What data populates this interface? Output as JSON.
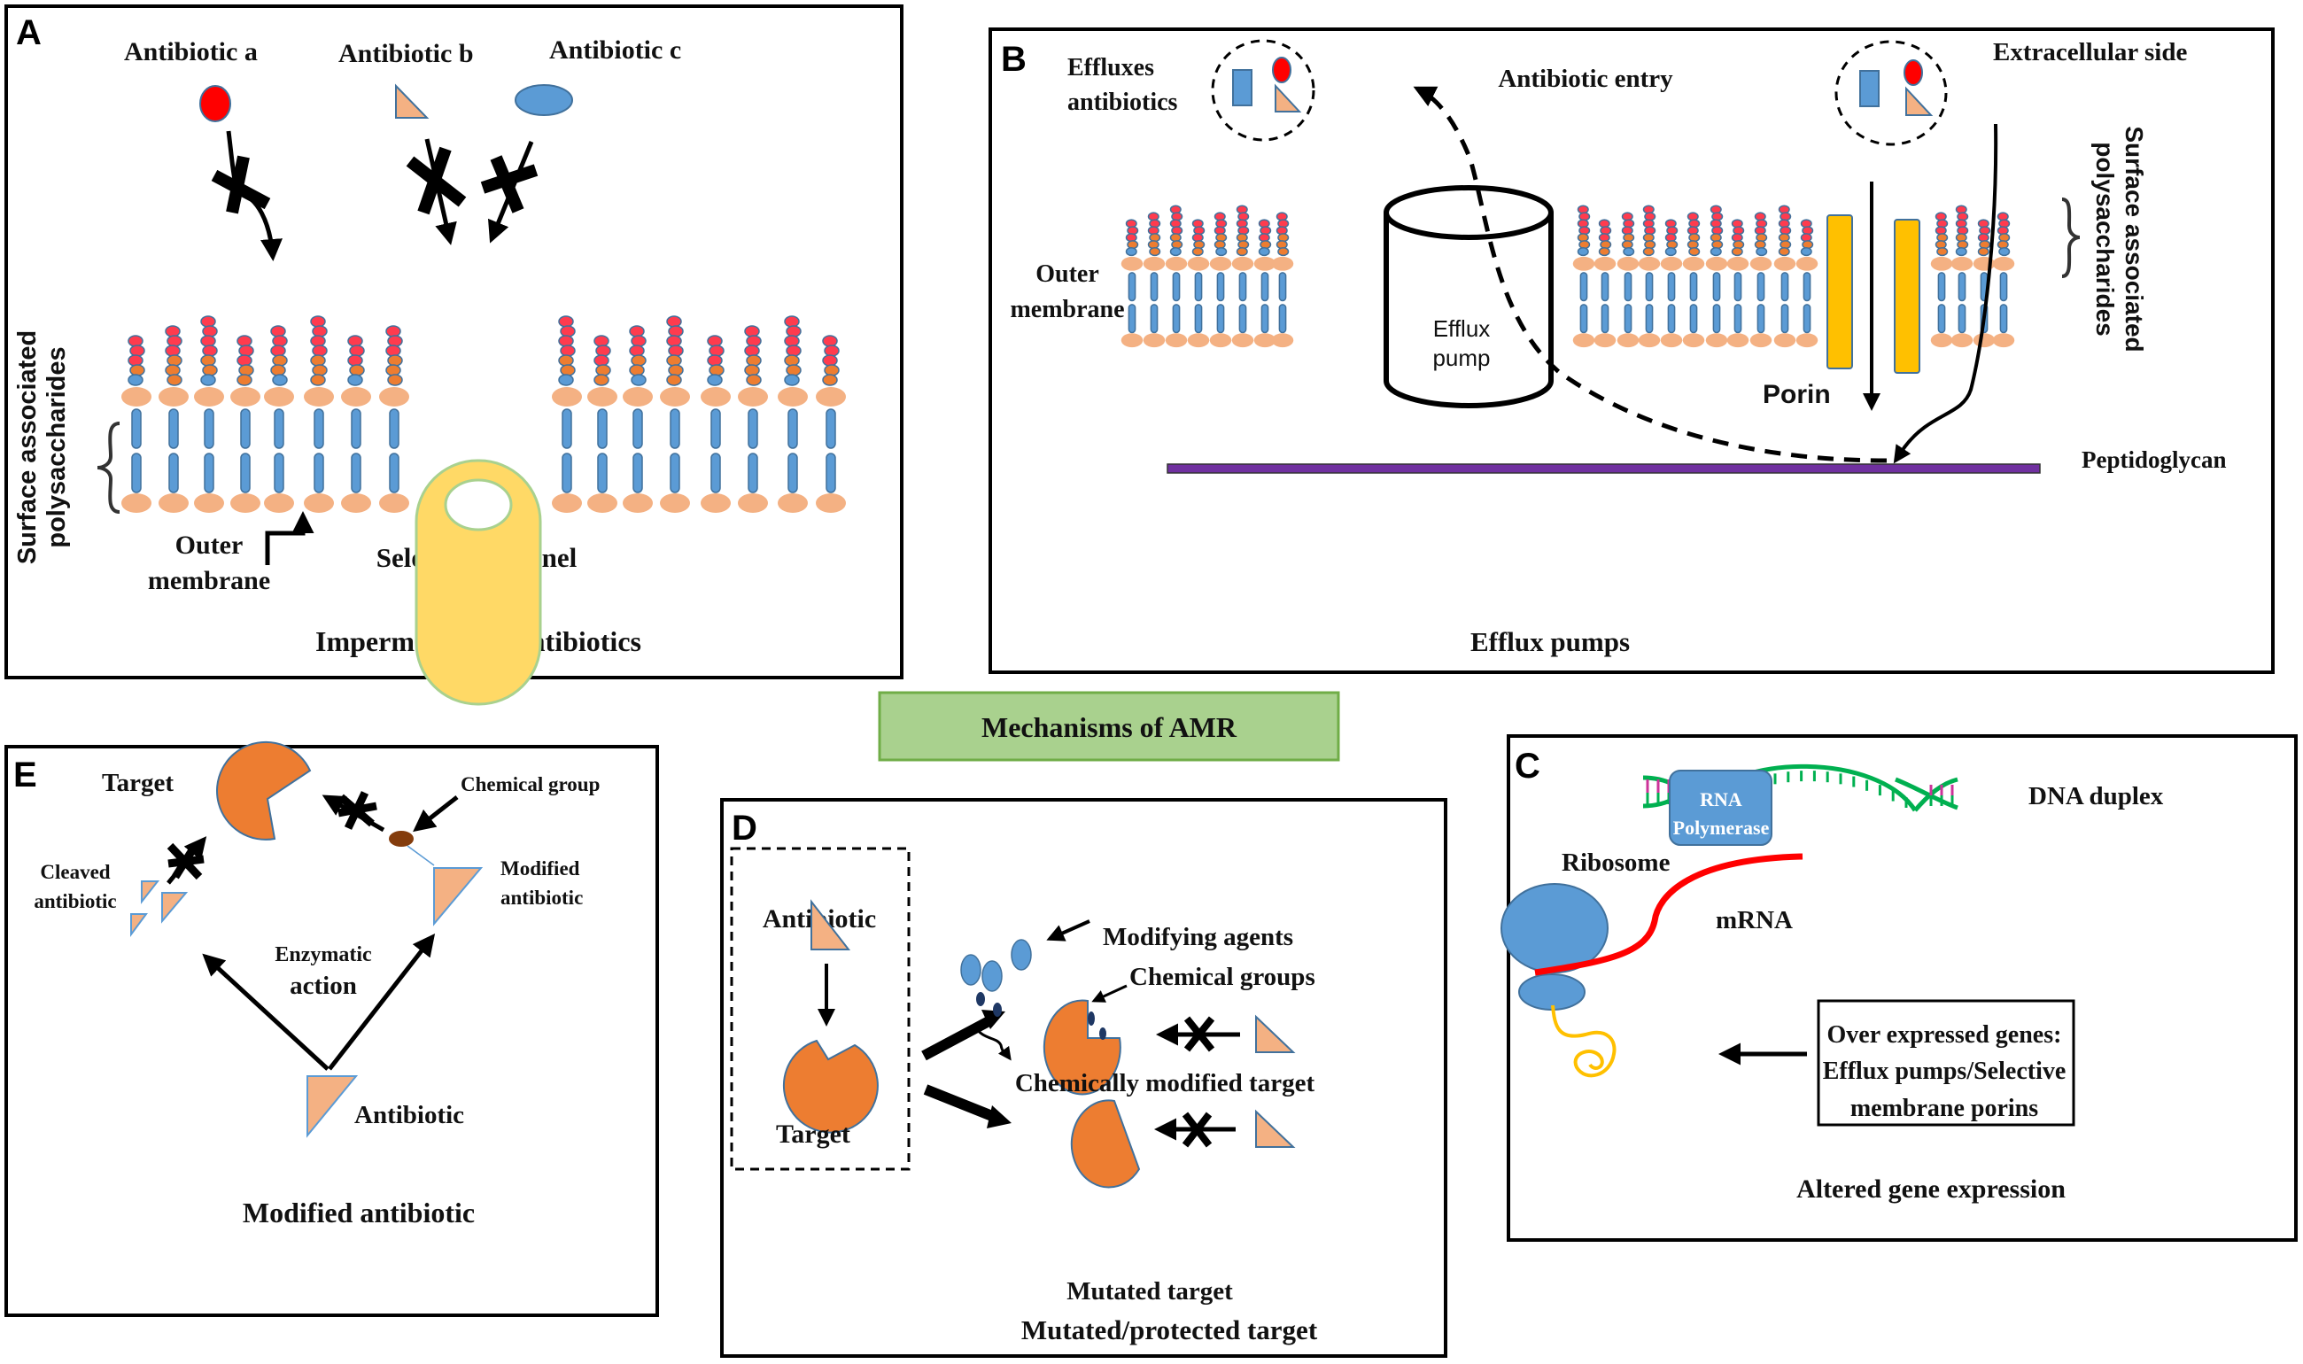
{
  "figure": {
    "title": "Mechanisms of AMR",
    "colors": {
      "title_box_fill": "#a9d18e",
      "title_box_border": "#70ad47",
      "lipid_head": "#f4b183",
      "lipid_tail": "#5b9bd5",
      "sugar_red": "#ff3b4e",
      "sugar_orange": "#ed7d31",
      "channel_yellow": "#ffd966",
      "porin_yellow": "#ffc000",
      "target_orange": "#ed7d31",
      "antibiotic_triangle": "#f4b183",
      "antibiotic_red": "#ff0000",
      "antibiotic_blue": "#5b9bd5",
      "peptidoglycan": "#7030a0",
      "mrna_red": "#ff0000",
      "dna_green": "#00b050",
      "dna_magenta": "#cc3399",
      "protein_chain": "#ffc000",
      "chemical_group_brown": "#843c0c",
      "chemical_group_navy": "#1f3864"
    }
  },
  "panels": {
    "A": {
      "letter": "A",
      "antibiotics": [
        "Antibiotic a",
        "Antibiotic b",
        "Antibiotic c"
      ],
      "side_label_line1": "Surface associated",
      "side_label_line2": "polysaccharides",
      "outer_membrane_line1": "Outer",
      "outer_membrane_line2": "membrane",
      "channel_label": "Selective channel",
      "caption": "Impermeable to antibiotics"
    },
    "B": {
      "letter": "B",
      "effluxes_line1": "Effluxes",
      "effluxes_line2": "antibiotics",
      "entry_label": "Antibiotic entry",
      "extracellular_label": "Extracellular side",
      "side_label_line1": "Surface associated",
      "side_label_line2": "polysaccharides",
      "outer_membrane_line1": "Outer",
      "outer_membrane_line2": "membrane",
      "pump_line1": "Efflux",
      "pump_line2": "pump",
      "porin_label": "Porin",
      "peptidoglycan_label": "Peptidoglycan",
      "caption": "Efflux pumps"
    },
    "C": {
      "letter": "C",
      "dna_label": "DNA duplex",
      "polymerase_line1": "RNA",
      "polymerase_line2": "Polymerase",
      "ribosome_label": "Ribosome",
      "mrna_label": "mRNA",
      "box_line1": "Over expressed genes:",
      "box_line2": "Efflux pumps/Selective",
      "box_line3": "membrane porins",
      "caption": "Altered gene expression"
    },
    "D": {
      "letter": "D",
      "antibiotic_label": "Antibiotic",
      "target_label": "Target",
      "modifying_agents_label": "Modifying agents",
      "chemical_groups_label": "Chemical groups",
      "chem_modified_label": "Chemically modified target",
      "mutated_label": "Mutated target",
      "caption": "Mutated/protected target"
    },
    "E": {
      "letter": "E",
      "target_label": "Target",
      "chemical_group_label": "Chemical group",
      "cleaved_line1": "Cleaved",
      "cleaved_line2": "antibiotic",
      "modified_line1": "Modified",
      "modified_line2": "antibiotic",
      "enzymatic_line1": "Enzymatic",
      "enzymatic_line2": "action",
      "antibiotic_label": "Antibiotic",
      "caption": "Modified antibiotic"
    }
  }
}
